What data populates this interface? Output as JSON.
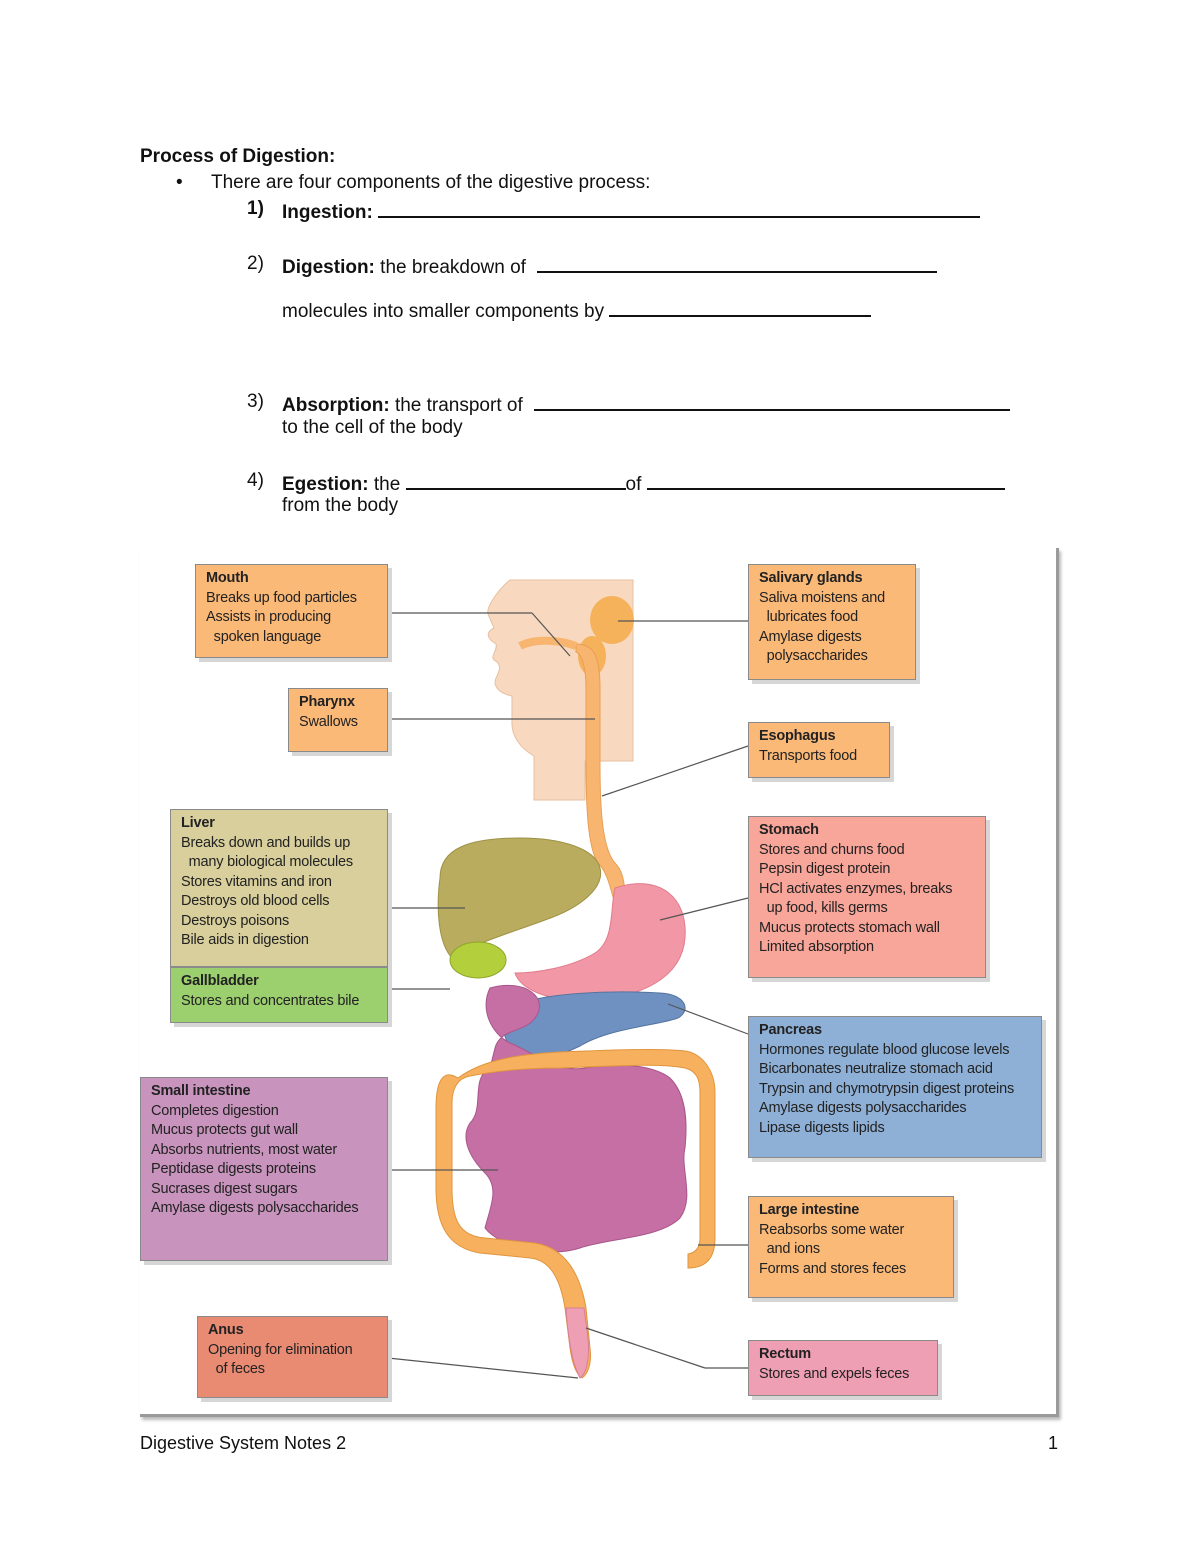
{
  "heading": "Process of Digestion:",
  "bullet": "There are four components of the digestive process:",
  "items": [
    {
      "num": "1)",
      "term": "Ingestion:",
      "text": ""
    },
    {
      "num": "2)",
      "term": "Digestion:",
      "text": "the breakdown of",
      "line2": "molecules into smaller components by"
    },
    {
      "num": "3)",
      "term": "Absorption:",
      "text": "the transport of",
      "line2": "to the cell of the body"
    },
    {
      "num": "4)",
      "term": "Egestion:",
      "text": "the",
      "mid": "of",
      "line2": "from the body"
    }
  ],
  "diagram": {
    "mouth": {
      "title": "Mouth",
      "lines": [
        "Breaks up food particles",
        "Assists in producing",
        "  spoken language"
      ]
    },
    "pharynx": {
      "title": "Pharynx",
      "lines": [
        "Swallows"
      ]
    },
    "liver": {
      "title": "Liver",
      "lines": [
        "Breaks down and builds up",
        "  many biological molecules",
        "Stores vitamins and iron",
        "Destroys old blood cells",
        "Destroys poisons",
        "Bile aids in digestion"
      ]
    },
    "gallbladder": {
      "title": "Gallbladder",
      "lines": [
        "Stores and concentrates bile"
      ]
    },
    "small_intestine": {
      "title": "Small intestine",
      "lines": [
        "Completes digestion",
        "Mucus protects gut wall",
        "Absorbs nutrients, most water",
        "Peptidase digests proteins",
        "Sucrases digest sugars",
        "Amylase digests polysaccharides"
      ]
    },
    "anus": {
      "title": "Anus",
      "lines": [
        "Opening for elimination",
        "  of feces"
      ]
    },
    "salivary": {
      "title": "Salivary glands",
      "lines": [
        "Saliva moistens and",
        "  lubricates food",
        "Amylase digests",
        "  polysaccharides"
      ]
    },
    "esophagus": {
      "title": "Esophagus",
      "lines": [
        "Transports food"
      ]
    },
    "stomach": {
      "title": "Stomach",
      "lines": [
        "Stores and churns food",
        "Pepsin digest protein",
        "HCl activates enzymes, breaks",
        "  up food, kills germs",
        "Mucus protects stomach wall",
        "Limited absorption"
      ]
    },
    "pancreas": {
      "title": "Pancreas",
      "lines": [
        "Hormones regulate blood glucose levels",
        "Bicarbonates neutralize stomach acid",
        "Trypsin and chymotrypsin digest proteins",
        "Amylase digests polysaccharides",
        "Lipase digests lipids"
      ]
    },
    "large_intestine": {
      "title": "Large intestine",
      "lines": [
        "Reabsorbs some water",
        "  and ions",
        "Forms and stores feces"
      ]
    },
    "rectum": {
      "title": "Rectum",
      "lines": [
        "Stores and expels feces"
      ]
    },
    "colors": {
      "orange": "#fbb978",
      "tan": "#d8cf9c",
      "green": "#9ccf6e",
      "purple": "#c894bd",
      "salmon": "#e98a73",
      "pink": "#f8a59a",
      "blue": "#8fb0d6",
      "rectum": "#ef9fb4"
    }
  },
  "footer": {
    "left": "Digestive System Notes 2",
    "right": "1"
  }
}
